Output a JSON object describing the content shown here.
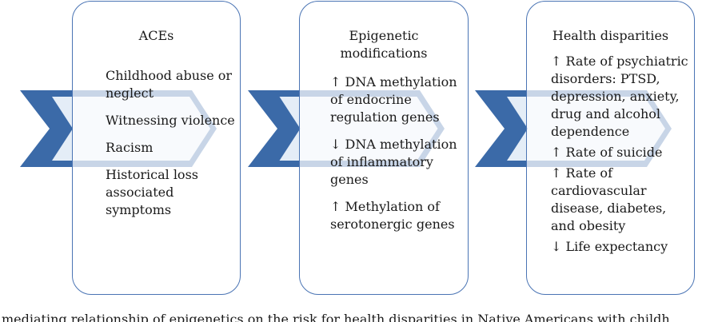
{
  "colors": {
    "arrow_dark": "#3b6aa8",
    "arrow_light": "#e4edf7",
    "box_border": "#4a74b4"
  },
  "aces": {
    "title": "ACEs",
    "items": [
      "Childhood abuse or neglect",
      "Witnessing violence",
      "Racism",
      "Historical loss associated symptoms"
    ]
  },
  "epigenetic": {
    "title": "Epigenetic modifications",
    "items": [
      "↑ DNA methylation of endocrine regulation genes",
      "↓ DNA methylation of inflammatory genes",
      "↑ Methylation of serotonergic genes"
    ]
  },
  "health": {
    "title": "Health disparities",
    "items": [
      "↑ Rate of psychiatric disorders: PTSD, depression, anxiety, drug and alcohol dependence",
      "↑ Rate of suicide",
      "↑ Rate of cardiovascular disease, diabetes, and obesity",
      "↓ Life expectancy"
    ]
  },
  "caption": "mediating relationship of epigenetics on the risk for health disparities in Native Americans with childh"
}
